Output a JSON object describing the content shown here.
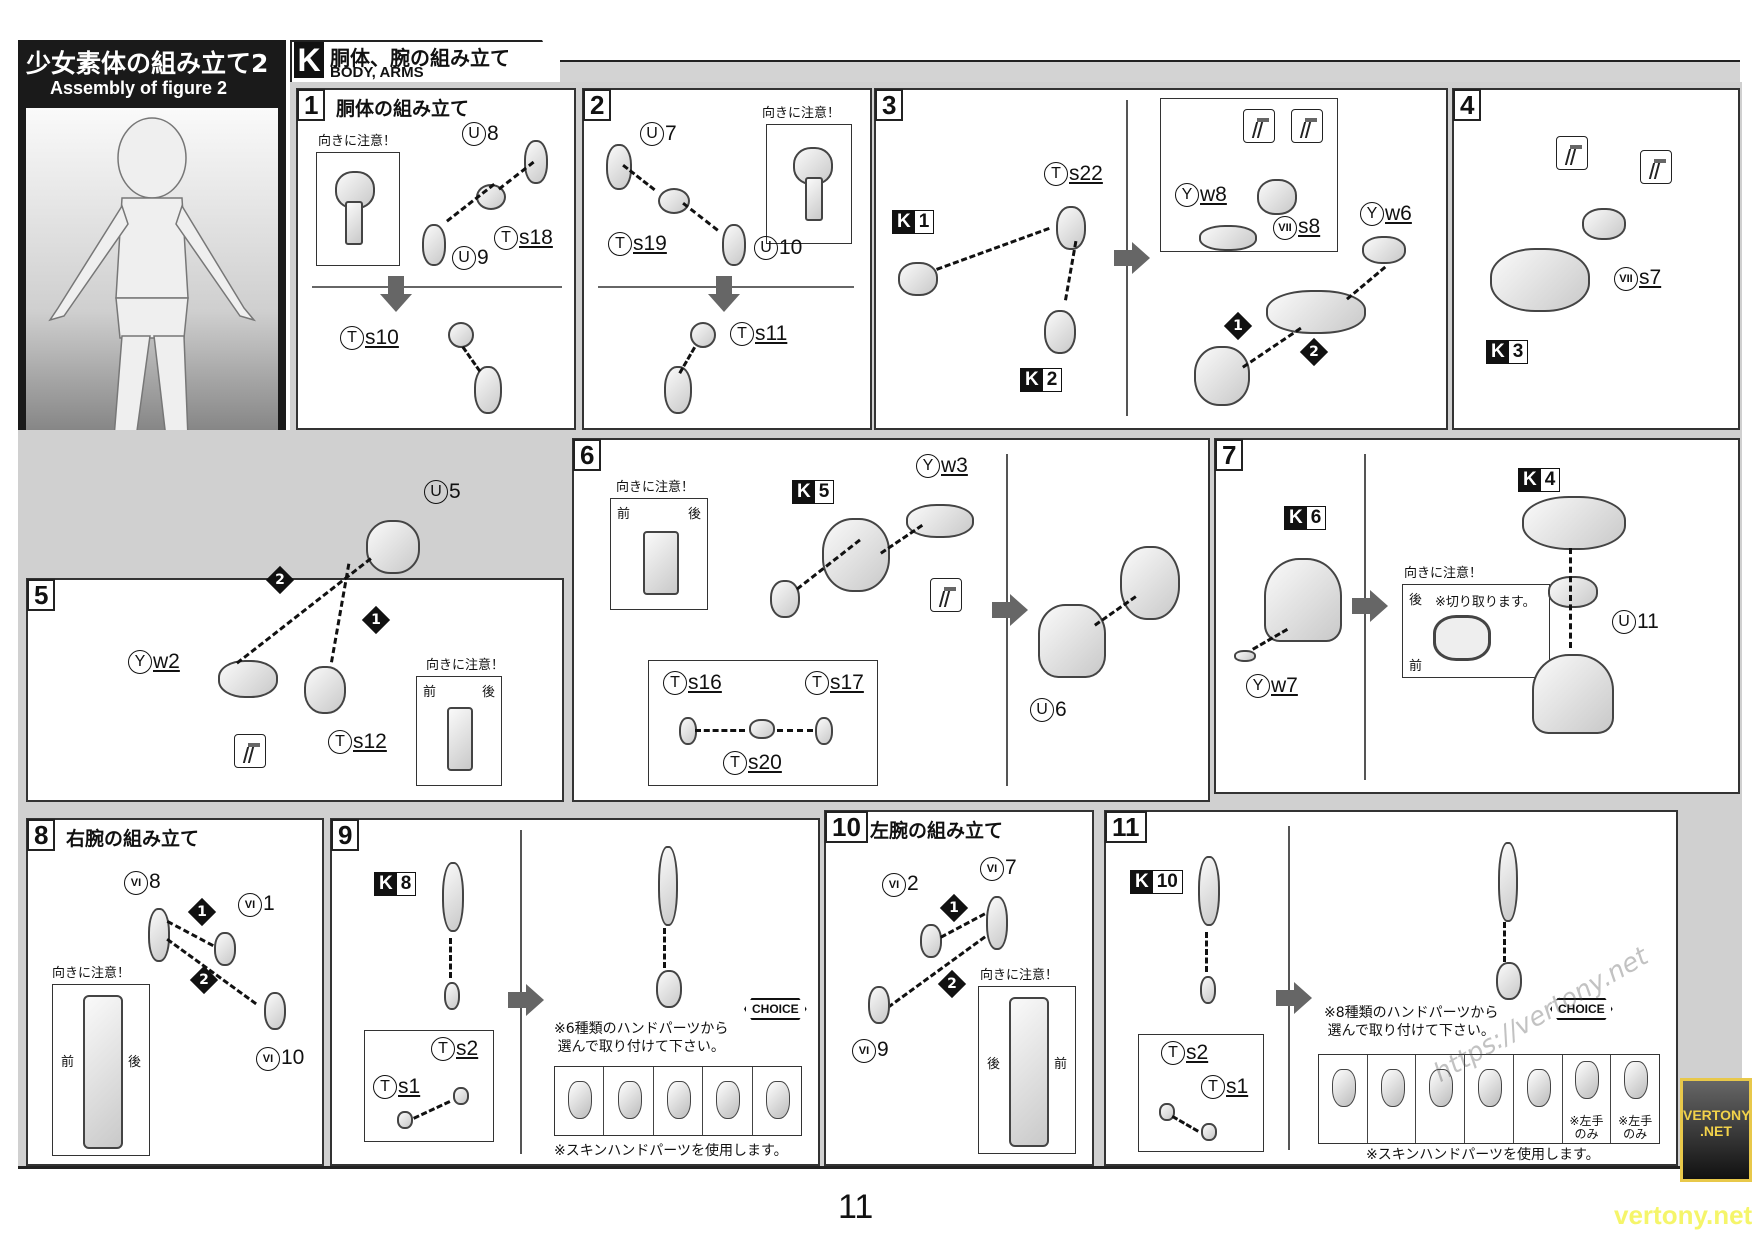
{
  "header": {
    "figure_title_jp": "少女素体の組み立て2",
    "figure_title_en": "Assembly of figure 2",
    "section_letter": "K",
    "section_title_jp": "胴体、腕の組み立て",
    "section_title_en": "BODY, ARMS"
  },
  "common": {
    "orientation_note": "向きに注意！",
    "front": "前",
    "back": "後",
    "choice": "CHOICE",
    "skin_hand_note": "※スキンハンドパーツを使用します。",
    "cut_note": "※切り取ります。"
  },
  "steps": {
    "s1": {
      "num": "1",
      "title": "胴体の組み立て",
      "parts": {
        "u8": {
          "r": "U",
          "n": "8"
        },
        "ts18": {
          "r": "T",
          "n": "s18"
        },
        "u9": {
          "r": "U",
          "n": "9"
        },
        "ts10": {
          "r": "T",
          "n": "s10"
        }
      }
    },
    "s2": {
      "num": "2",
      "parts": {
        "u7": {
          "r": "U",
          "n": "7"
        },
        "ts19": {
          "r": "T",
          "n": "s19"
        },
        "u10": {
          "r": "U",
          "n": "10"
        },
        "ts11": {
          "r": "T",
          "n": "s11"
        }
      }
    },
    "s3": {
      "num": "3",
      "k1": "1",
      "k2": "2",
      "parts": {
        "ts22": {
          "r": "T",
          "n": "s22"
        },
        "yw8": {
          "r": "Y",
          "n": "w8"
        },
        "vs8": {
          "r": "VII",
          "n": "s8"
        },
        "yw6": {
          "r": "Y",
          "n": "w6"
        }
      },
      "order1": "1",
      "order2": "2"
    },
    "s4": {
      "num": "4",
      "k3": "3",
      "parts": {
        "vs7": {
          "r": "VII",
          "n": "s7"
        }
      }
    },
    "s5": {
      "num": "5",
      "parts": {
        "u5": {
          "r": "U",
          "n": "5"
        },
        "yw2": {
          "r": "Y",
          "n": "w2"
        },
        "ts12": {
          "r": "T",
          "n": "s12"
        }
      },
      "order1": "1",
      "order2": "2"
    },
    "s6": {
      "num": "6",
      "k5": "5",
      "parts": {
        "yw3": {
          "r": "Y",
          "n": "w3"
        },
        "u6": {
          "r": "U",
          "n": "6"
        },
        "ts16": {
          "r": "T",
          "n": "s16"
        },
        "ts17": {
          "r": "T",
          "n": "s17"
        },
        "ts20": {
          "r": "T",
          "n": "s20"
        }
      }
    },
    "s7": {
      "num": "7",
      "k6": "6",
      "k4": "4",
      "parts": {
        "yw7": {
          "r": "Y",
          "n": "w7"
        },
        "u11": {
          "r": "U",
          "n": "11"
        }
      }
    },
    "s8": {
      "num": "8",
      "title": "右腕の組み立て",
      "parts": {
        "v8": {
          "r": "VI",
          "n": "8"
        },
        "v1": {
          "r": "VI",
          "n": "1"
        },
        "v10": {
          "r": "VI",
          "n": "10"
        }
      },
      "order1": "1",
      "order2": "2"
    },
    "s9": {
      "num": "9",
      "k8": "8",
      "parts": {
        "ts2": {
          "r": "T",
          "n": "s2"
        },
        "ts1": {
          "r": "T",
          "n": "s1"
        }
      },
      "hand_note_1": "※6種類のハンドパーツから",
      "hand_note_2": "選んで取り付けて下さい。",
      "hand_count": 5
    },
    "s10": {
      "num": "10",
      "title": "左腕の組み立て",
      "parts": {
        "v2": {
          "r": "VI",
          "n": "2"
        },
        "v7": {
          "r": "VI",
          "n": "7"
        },
        "v9": {
          "r": "VI",
          "n": "9"
        }
      },
      "order1": "1",
      "order2": "2"
    },
    "s11": {
      "num": "11",
      "k10": "10",
      "parts": {
        "ts2": {
          "r": "T",
          "n": "s2"
        },
        "ts1": {
          "r": "T",
          "n": "s1"
        }
      },
      "hand_note_1": "※8種類のハンドパーツから",
      "hand_note_2": "選んで取り付けて下さい。",
      "left_only_1": "※左手",
      "left_only_2": "のみ",
      "left_only_b1": "※左手",
      "left_only_b2": "のみ"
    }
  },
  "footer": {
    "page_number": "11",
    "watermark_logo_1": "VERTONY",
    "watermark_logo_2": ".NET",
    "watermark_site": "vertony.net",
    "watermark_diag": "https://vertony.net"
  }
}
